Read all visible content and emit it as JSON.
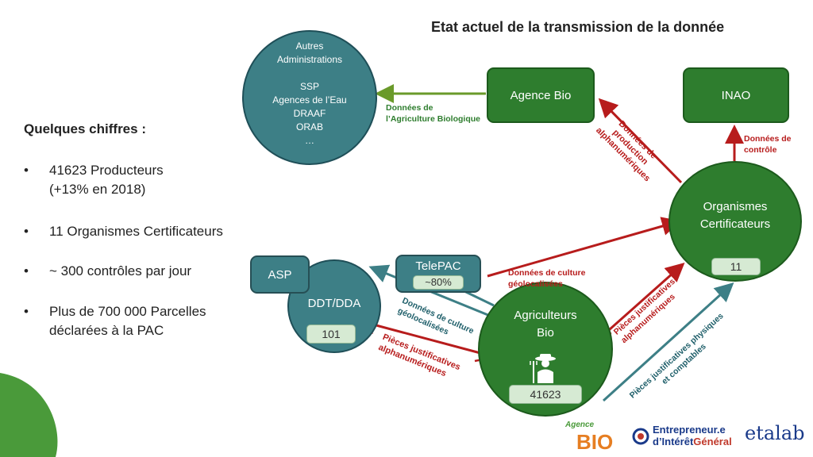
{
  "title": "Etat actuel de la transmission de la donnée",
  "left_panel": {
    "heading": "Quelques chiffres :",
    "bullets": [
      {
        "line1": "41623 Producteurs",
        "line2": "(+13% en 2018)"
      },
      {
        "line1": "11 Organismes Certificateurs",
        "line2": ""
      },
      {
        "line1": "~ 300 contrôles par jour",
        "line2": ""
      },
      {
        "line1": "Plus de 700 000 Parcelles",
        "line2": "déclarées à la PAC"
      }
    ]
  },
  "nodes": {
    "autres_admin": [
      "Autres",
      "Administrations",
      "",
      "SSP",
      "Agences de l’Eau",
      "DRAAF",
      "ORAB",
      "…"
    ],
    "agence_bio": "Agence Bio",
    "inao": "INAO",
    "organismes": [
      "Organismes",
      "Certificateurs"
    ],
    "organismes_count": "11",
    "asp": "ASP",
    "ddt": "DDT/DDA",
    "ddt_count": "101",
    "telepac": "TelePAC",
    "telepac_pct": "~80%",
    "agriculteurs": [
      "Agriculteurs",
      "Bio"
    ],
    "agriculteurs_count": "41623"
  },
  "edge_labels": {
    "donnees_agri_bio": [
      "Données de",
      "l’Agriculture Biologique"
    ],
    "donnees_production": [
      "Données de",
      "production",
      "alphanumériques"
    ],
    "donnees_controle": [
      "Données de",
      "contrôle"
    ],
    "donnees_culture_oc": [
      "Données de culture",
      "géolocalisées"
    ],
    "donnees_culture_ddt": [
      "Données de culture",
      "géolocalisées"
    ],
    "pieces_ddt": [
      "Pièces justificatives",
      "alphanumériques"
    ],
    "pieces_oc": [
      "Pièces justificatives",
      "alphanumériques"
    ],
    "pieces_physiques": [
      "Pièces justificatives physiques",
      "et comptables"
    ]
  },
  "logos": {
    "agence_bio_logo": [
      "Agence",
      "BIO"
    ],
    "entrepreneur": [
      "Entrepreneur.e",
      "d’Intérêt",
      "Général"
    ],
    "etalab": "etalab"
  },
  "colors": {
    "teal": "#3d7f86",
    "green": "#2e7d2e",
    "red": "#b71c1c",
    "light_green": "#d6ead3"
  }
}
